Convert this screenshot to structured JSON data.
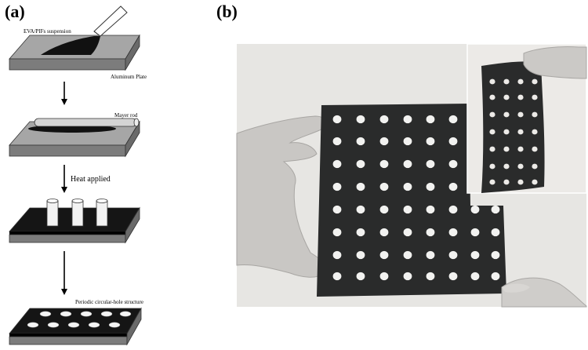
{
  "panels": {
    "a": {
      "label": "(a)"
    },
    "b": {
      "label": "(b)"
    }
  },
  "steps": {
    "suspension": "EVA/PIFs suspension",
    "plate": "Aluminum Plate",
    "rod": "Mayer rod",
    "heat": "Heat applied",
    "result": "Periodic circular-hole structure"
  },
  "colors": {
    "plate_top": "#a6a6a6",
    "plate_side": "#7c7c7c",
    "film": "#111111",
    "photo_bg": "#e7e6e3",
    "sheet": "#2a2b2b"
  }
}
